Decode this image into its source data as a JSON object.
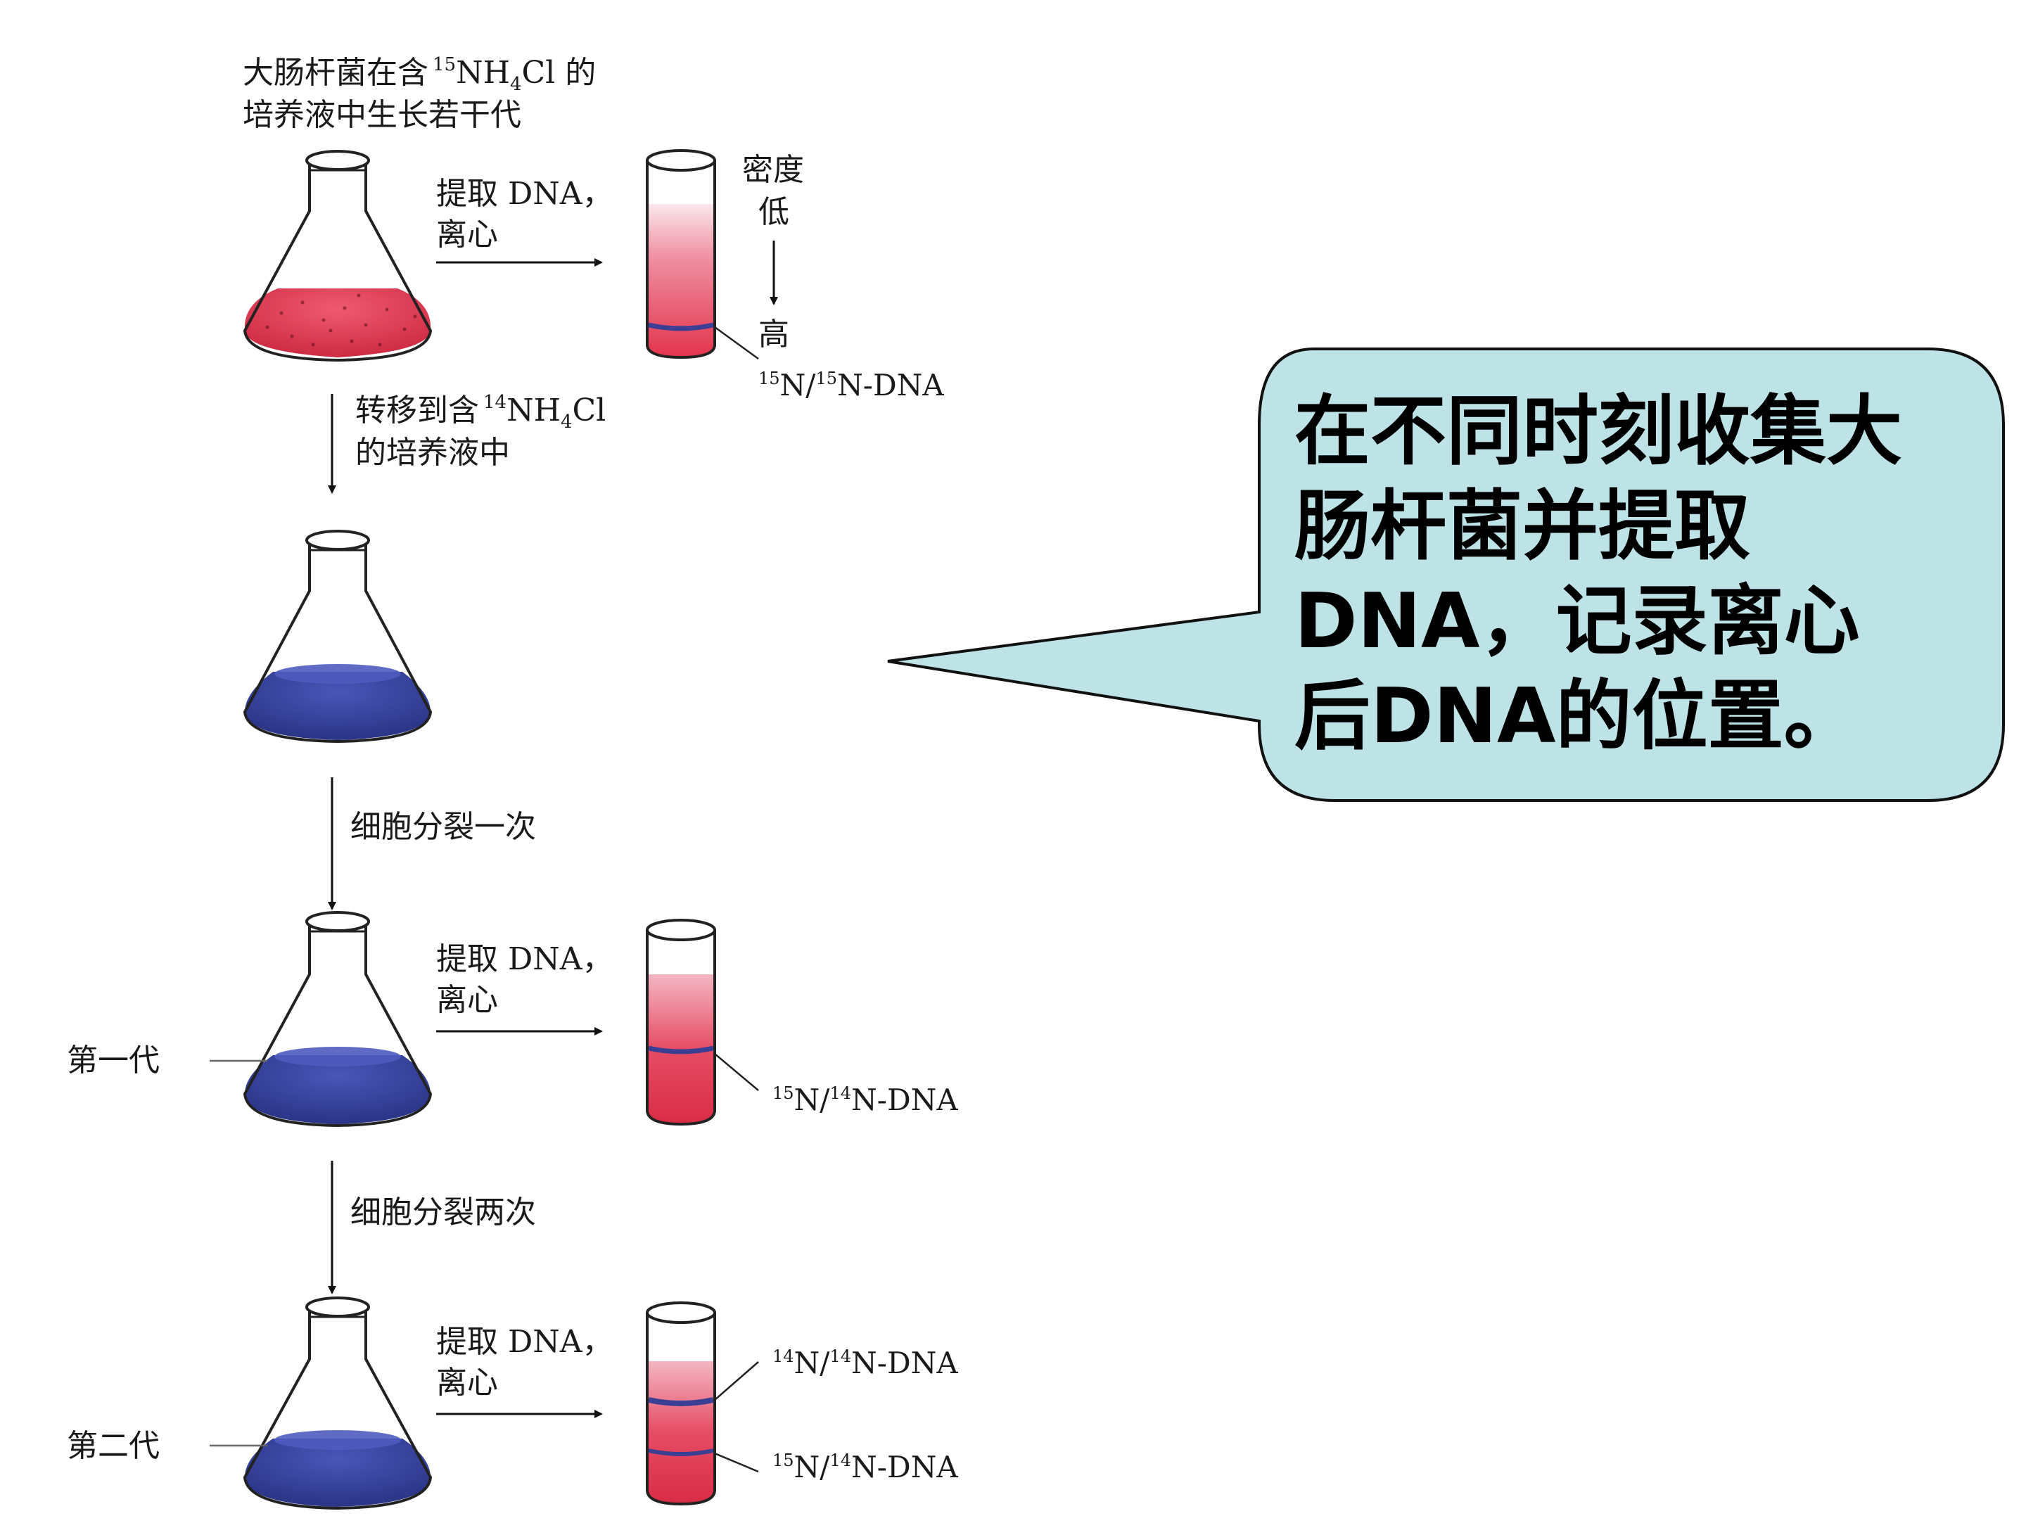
{
  "diagram": {
    "top_caption": {
      "line1_prefix": "大肠杆菌在含",
      "line1_isotope": "15",
      "line1_compound_a": "NH",
      "line1_sub": "4",
      "line1_compound_b": "Cl 的",
      "line2": "培养液中生长若干代"
    },
    "extract_label": {
      "line1": "提取 DNA，",
      "line2": "离心"
    },
    "density": {
      "line1": "密度",
      "line2": "低",
      "high": "高"
    },
    "transfer_label": {
      "line1_prefix": "转移到含",
      "line1_isotope": "14",
      "line1_compound_a": "NH",
      "line1_sub": "4",
      "line1_compound_b": "Cl",
      "line2": "的培养液中"
    },
    "division_once": "细胞分裂一次",
    "division_twice": "细胞分裂两次",
    "gen1": "第一代",
    "gen2": "第二代",
    "bands": {
      "heavy": {
        "sup_a": "15",
        "mid": "N/",
        "sup_b": "15",
        "tail": "N-DNA"
      },
      "hybrid": {
        "sup_a": "15",
        "mid": "N/",
        "sup_b": "14",
        "tail": "N-DNA"
      },
      "light": {
        "sup_a": "14",
        "mid": "N/",
        "sup_b": "14",
        "tail": "N-DNA"
      }
    }
  },
  "callout": {
    "lines": [
      "在不同时刻收集大",
      "肠杆菌并提取",
      "DNA，记录离心",
      "后DNA的位置。"
    ]
  },
  "colors": {
    "red_medium": "#d8324a",
    "blue_medium": "#2f3c9c",
    "callout_fill": "#bde3e6",
    "tube_red": "#e2344c",
    "band_blue": "#3a3f93"
  }
}
